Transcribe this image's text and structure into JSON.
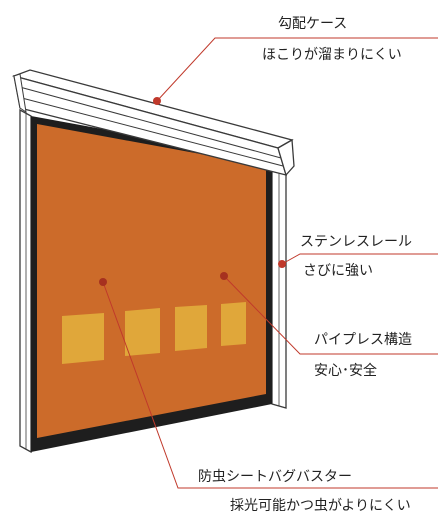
{
  "colors": {
    "accent": "#c0392b",
    "screen": "#cc6b2a",
    "window_panel": "#e0a73a",
    "frame_stroke": "#3a3a3a"
  },
  "callouts": [
    {
      "title": "勾配ケース",
      "subtitle": "ほこりが溜まりにくい"
    },
    {
      "title": "ステンレスレール",
      "subtitle": "さびに強い"
    },
    {
      "title": "パイプレス構造",
      "subtitle": "安心･安全"
    },
    {
      "title": "防虫シートバグバスター",
      "subtitle": "採光可能かつ虫がよりにくい"
    }
  ]
}
